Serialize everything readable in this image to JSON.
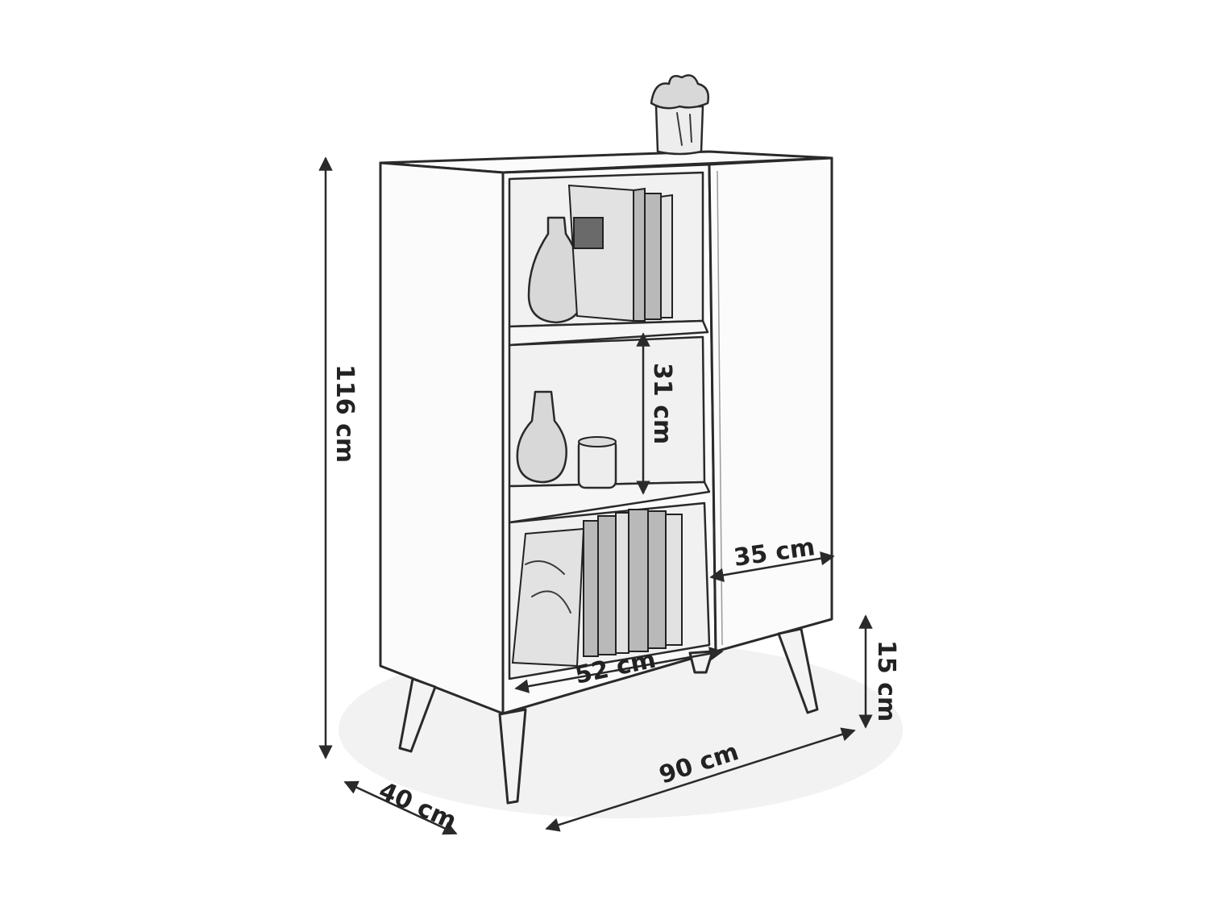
{
  "dimensions": {
    "height_total": "116 cm",
    "shelf_height": "31 cm",
    "door_width": "35 cm",
    "leg_height": "15 cm",
    "shelf_width": "52 cm",
    "width_total": "90 cm",
    "depth": "40 cm"
  },
  "colors": {
    "line": "#2a2a2a",
    "background": "#ffffff"
  }
}
